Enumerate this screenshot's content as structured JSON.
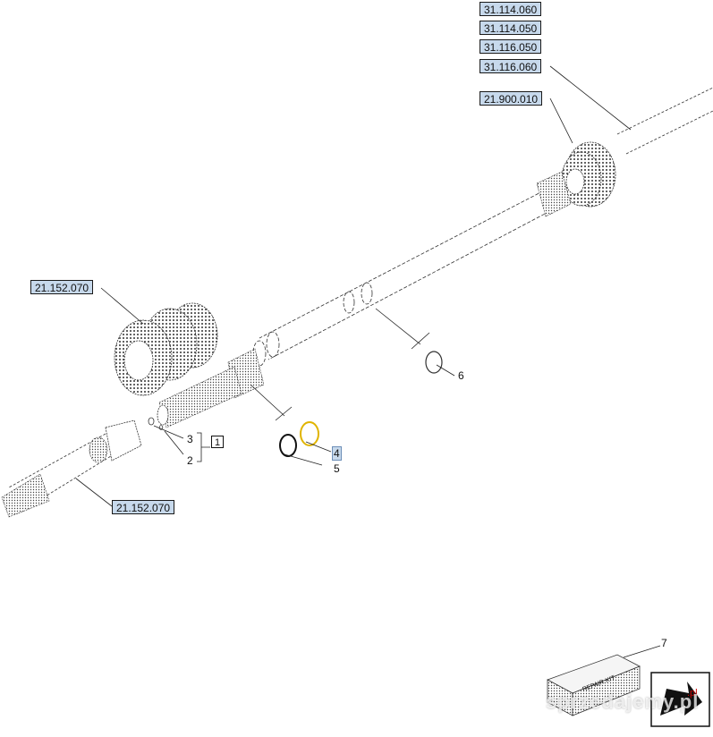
{
  "refs": {
    "r1": "31.114.060",
    "r2": "31.114.050",
    "r3": "31.116.050",
    "r4": "31.116.060",
    "r5": "21.900.010",
    "r6": "21.152.070",
    "r7": "21.152.070"
  },
  "callouts": {
    "c1": "1",
    "c2": "2",
    "c3": "3",
    "c4": "4",
    "c5": "5",
    "c6": "6",
    "c7": "7"
  },
  "kit_label": "REPAIR KIT",
  "watermark": "sprzedajemy.pl",
  "colors": {
    "ref_fill": "#c7d9ec",
    "ring_highlight": "#e0b400"
  }
}
